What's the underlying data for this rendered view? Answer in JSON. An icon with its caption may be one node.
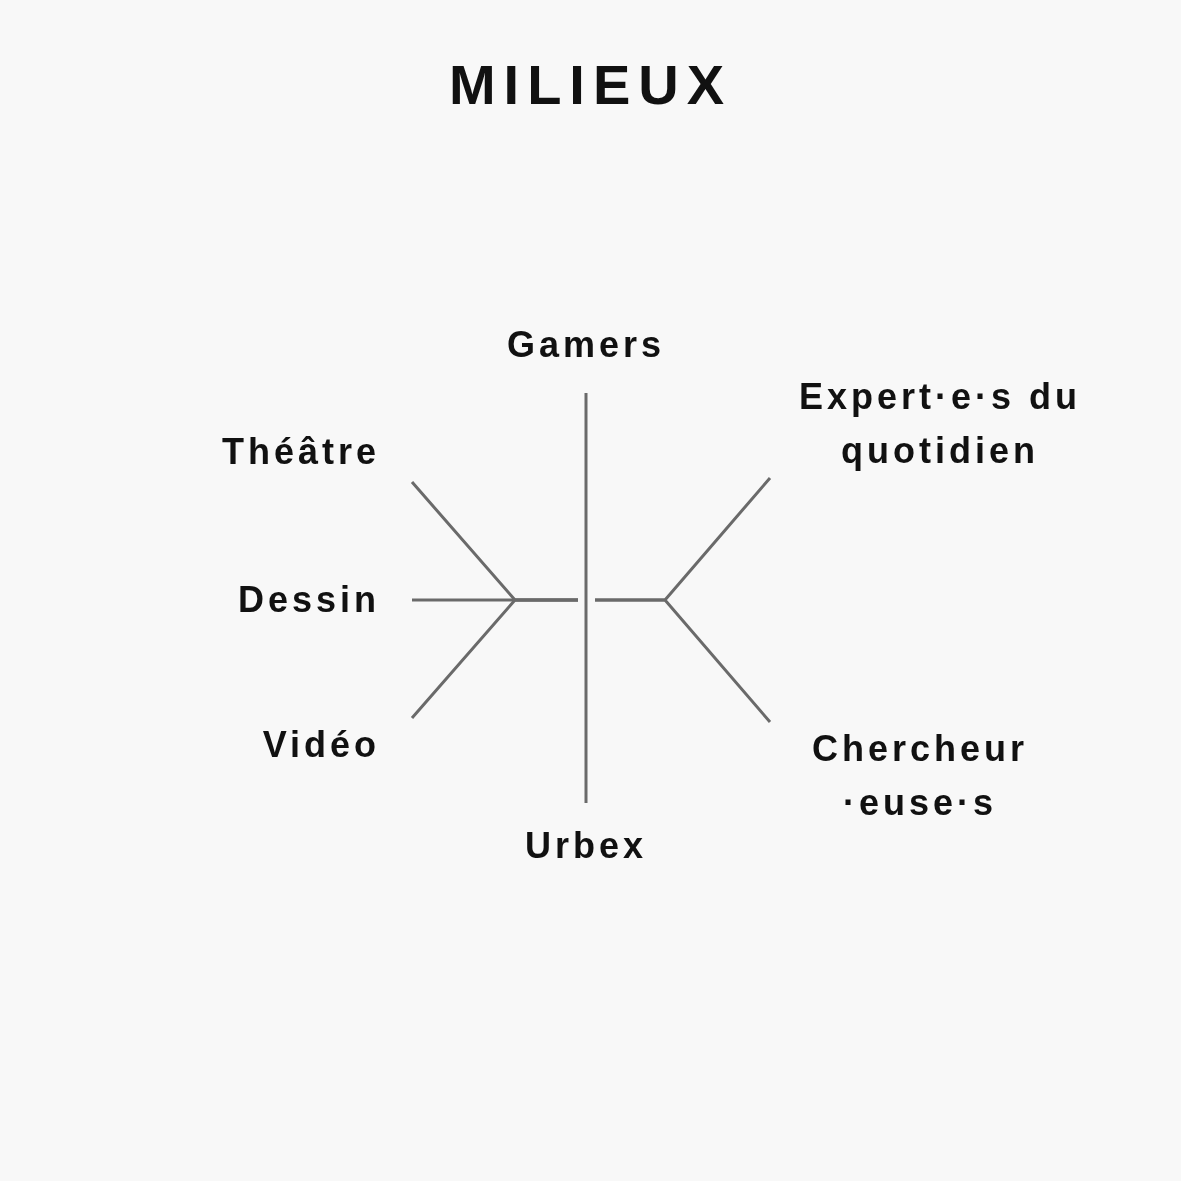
{
  "diagram": {
    "title": "MILIEUX",
    "nodes": [
      {
        "text": [
          "Gamers"
        ]
      },
      {
        "text": [
          "Théâtre"
        ]
      },
      {
        "text": [
          "Dessin"
        ]
      },
      {
        "text": [
          "Vidéo"
        ]
      },
      {
        "text": [
          "Expert·e·s du quotidien"
        ]
      },
      {
        "text": [
          "Chercheur ·euse·s"
        ]
      },
      {
        "text": [
          "Urbex"
        ]
      }
    ],
    "edges": [
      {
        "from": 0,
        "to": 6,
        "arrow": "none"
      },
      {
        "from": 1,
        "to": null,
        "arrow": "none"
      },
      {
        "from": 2,
        "to": null,
        "arrow": "none"
      },
      {
        "from": 3,
        "to": null,
        "arrow": "none"
      },
      {
        "from": 4,
        "to": null,
        "arrow": "none"
      },
      {
        "from": 5,
        "to": null,
        "arrow": "none"
      }
    ]
  }
}
